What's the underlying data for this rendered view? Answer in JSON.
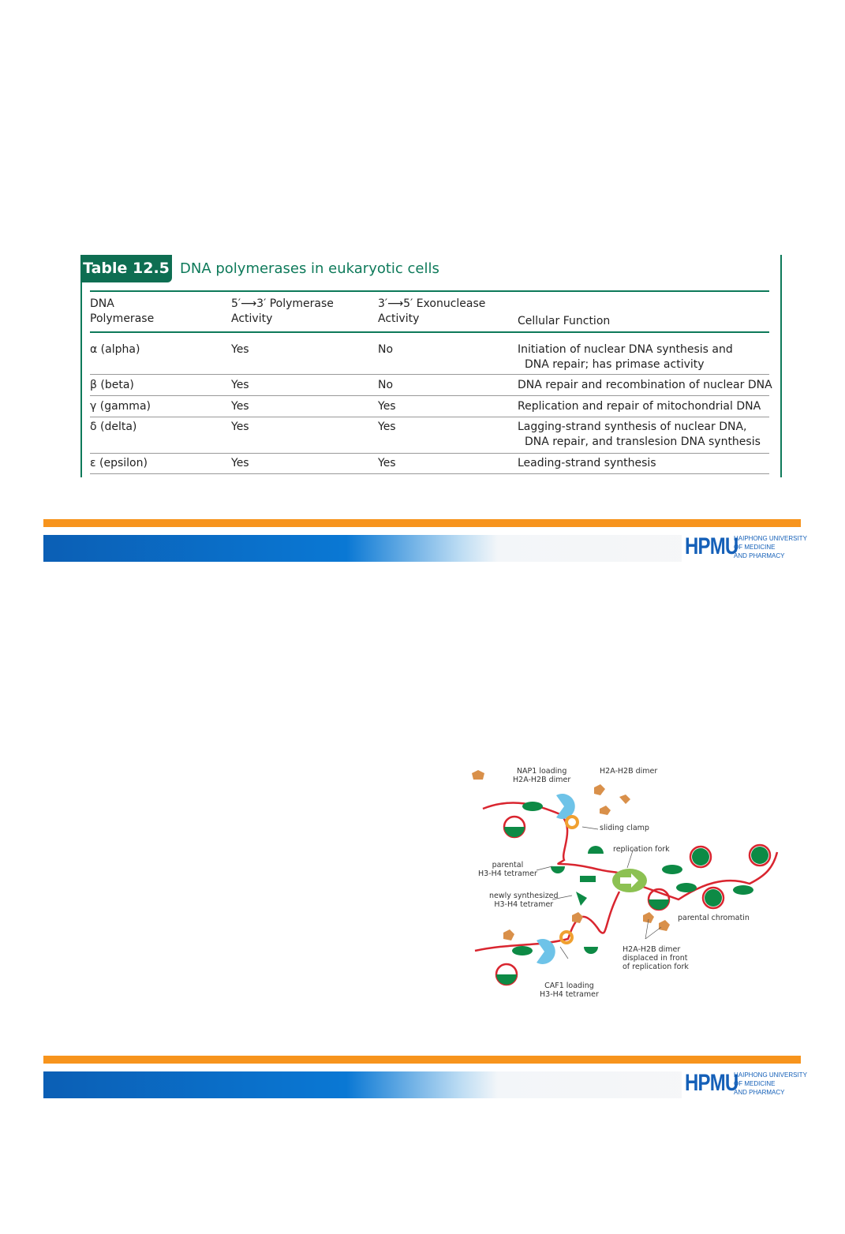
{
  "table": {
    "number": "Table 12.5",
    "title": "DNA polymerases in eukaryotic cells",
    "headers": [
      [
        "DNA",
        "Polymerase"
      ],
      [
        "5′⟶3′ Polymerase",
        "Activity"
      ],
      [
        "3′⟶5′ Exonuclease",
        "Activity"
      ],
      [
        "",
        "Cellular Function"
      ]
    ],
    "rows": [
      {
        "name": "α (alpha)",
        "pol": "Yes",
        "exo": "No",
        "func": [
          "Initiation of nuclear DNA synthesis and",
          "DNA repair; has primase activity"
        ]
      },
      {
        "name": "β (beta)",
        "pol": "Yes",
        "exo": "No",
        "func": [
          "DNA repair and recombination of nuclear DNA"
        ]
      },
      {
        "name": "γ (gamma)",
        "pol": "Yes",
        "exo": "Yes",
        "func": [
          "Replication and repair of mitochondrial DNA"
        ]
      },
      {
        "name": "δ (delta)",
        "pol": "Yes",
        "exo": "Yes",
        "func": [
          "Lagging-strand synthesis of nuclear DNA,",
          "DNA repair, and translesion DNA synthesis"
        ]
      },
      {
        "name": "ε (epsilon)",
        "pol": "Yes",
        "exo": "Yes",
        "func": [
          "Leading-strand synthesis"
        ]
      }
    ]
  },
  "logo": {
    "abbr": "HPMU",
    "line1": "HAIPHONG UNIVERSITY",
    "line2": "OF MEDICINE",
    "line3": "AND PHARMACY"
  },
  "diagram": {
    "nap1": [
      "NAP1 loading",
      "H2A-H2B dimer"
    ],
    "dimer": "H2A-H2B dimer",
    "clamp": "sliding clamp",
    "fork": "replication fork",
    "parental_tet": [
      "parental",
      "H3-H4 tetramer"
    ],
    "new_tet": [
      "newly synthesized",
      "H3-H4 tetramer"
    ],
    "chromatin": "parental chromatin",
    "displaced": [
      "H2A-H2B dimer",
      "displaced in front",
      "of replication fork"
    ],
    "caf1": [
      "CAF1 loading",
      "H3-H4 tetramer"
    ]
  },
  "colors": {
    "green": "#0e7a5a",
    "orange": "#f7941d",
    "blue": "#0a78d4"
  }
}
